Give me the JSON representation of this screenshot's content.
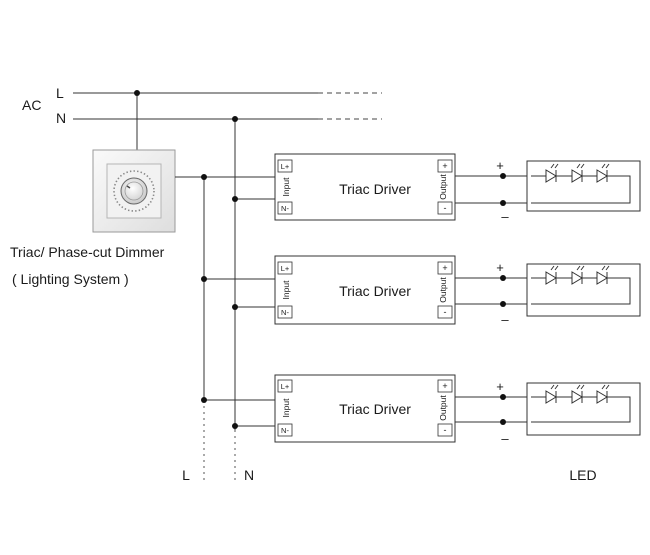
{
  "ac": {
    "label": "AC",
    "line": "L",
    "neutral": "N"
  },
  "dimmer": {
    "title": "Triac/ Phase-cut Dimmer",
    "subtitle": "( Lighting System )"
  },
  "driver": {
    "name": "Triac Driver",
    "input_label": "Input",
    "output_label": "Output",
    "in_l": "L+",
    "in_n": "N-",
    "out_plus": "+",
    "out_minus": "-"
  },
  "drivers": [
    {
      "name": "Triac Driver"
    },
    {
      "name": "Triac Driver"
    },
    {
      "name": "Triac Driver"
    }
  ],
  "polarity": {
    "plus": "+",
    "minus": "–"
  },
  "bottom": {
    "line": "L",
    "neutral": "N",
    "led": "LED"
  }
}
